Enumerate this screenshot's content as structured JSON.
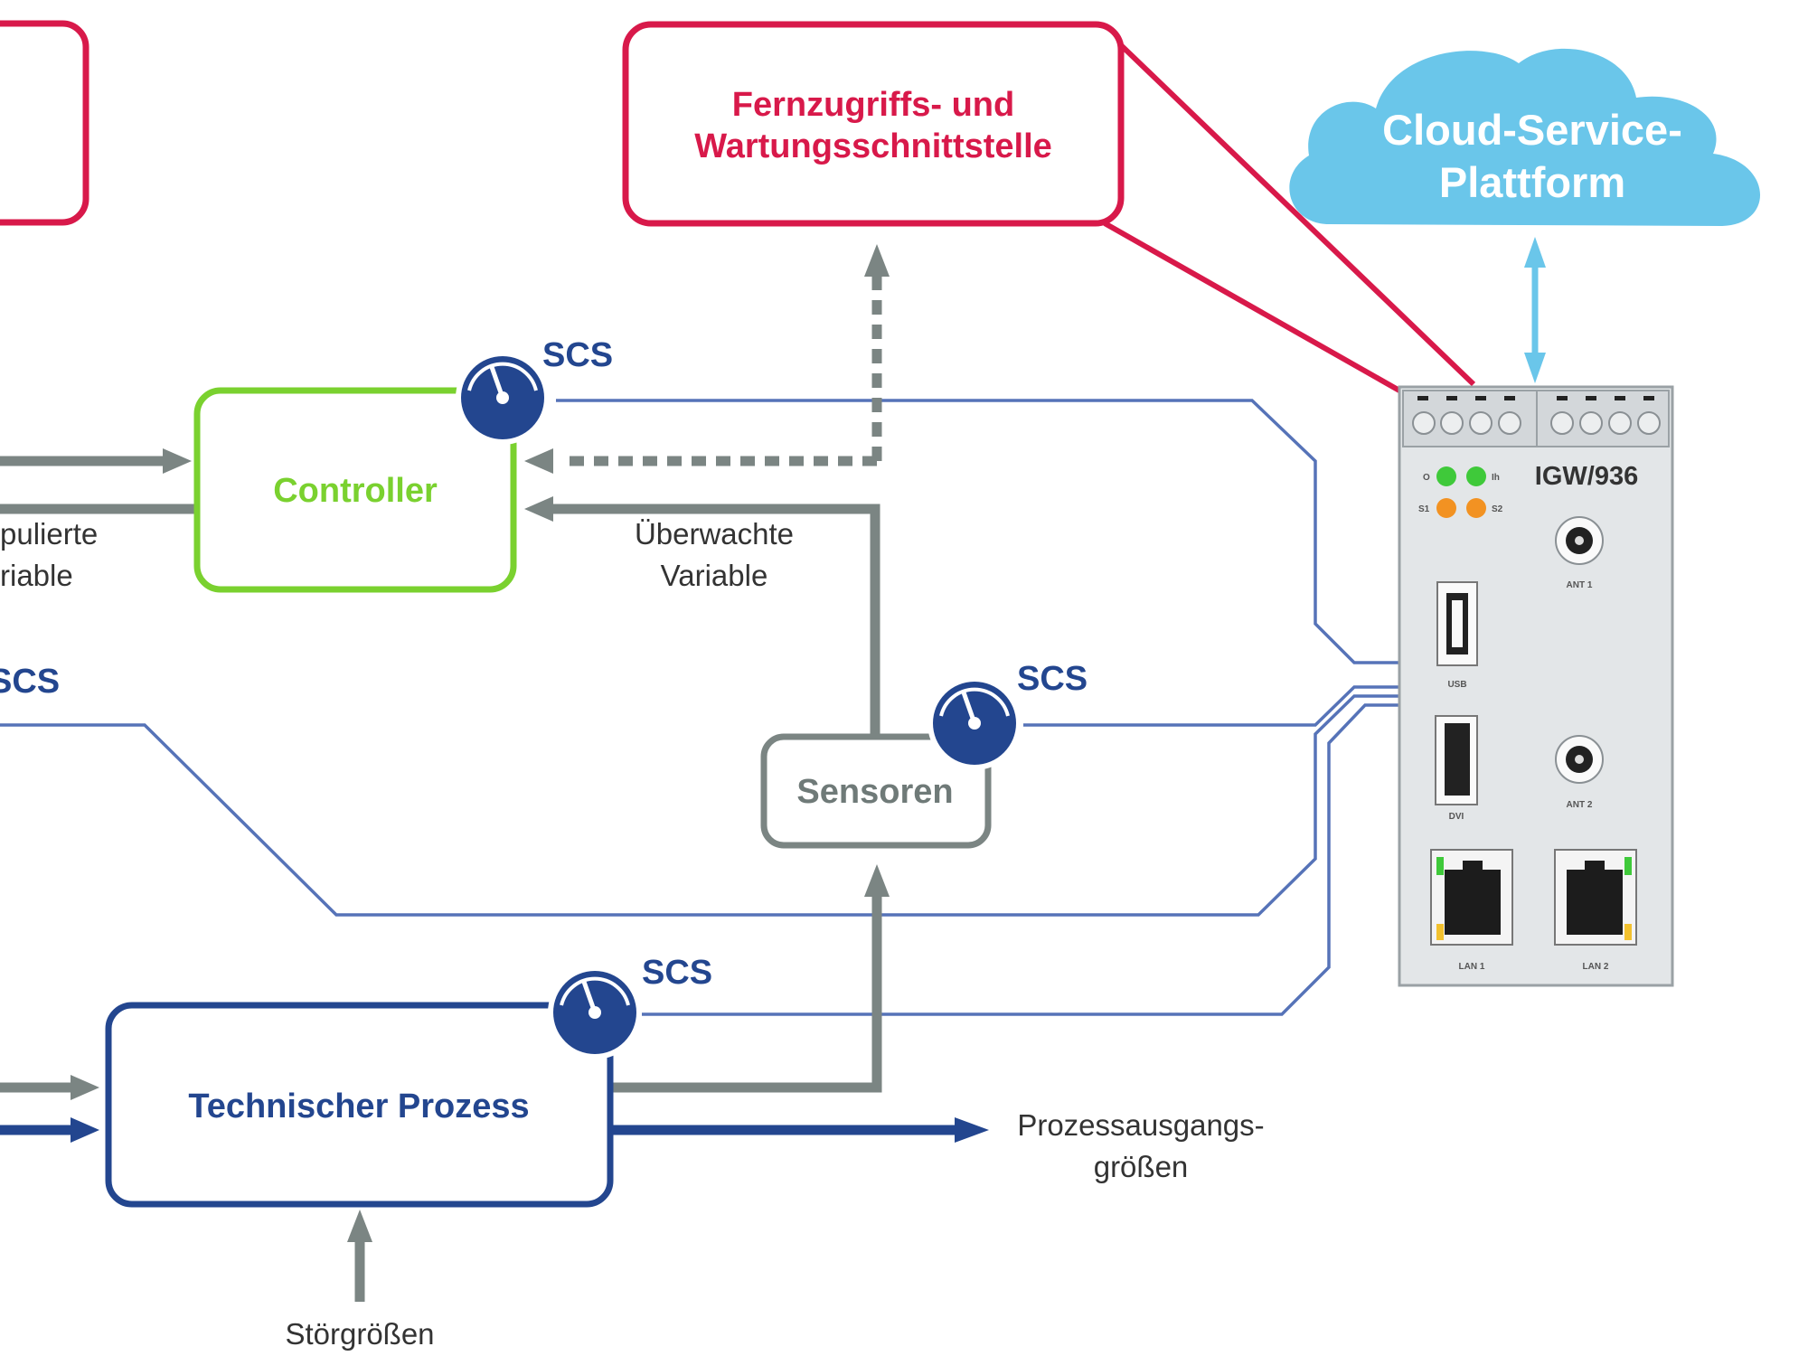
{
  "nodes": {
    "fernzugriff": [
      "Fernzugriffs- und",
      "Wartungsschnittstelle"
    ],
    "cloud": [
      "Cloud-Service-",
      "Plattform"
    ],
    "controller": "Controller",
    "sensoren": "Sensoren",
    "prozess": "Technischer Prozess"
  },
  "labels": {
    "manipulierte": [
      "pulierte",
      "riable"
    ],
    "ueberwachte": [
      "Überwachte",
      "Variable"
    ],
    "ausgang": [
      "Prozessausgangs-",
      "größen"
    ],
    "stoer": "Störgrößen"
  },
  "scs": {
    "controller": "SCS",
    "left": "SCS",
    "sensoren": "SCS",
    "prozess": "SCS"
  },
  "device": {
    "name": "IGW/936",
    "ant1": "ANT 1",
    "ant2": "ANT 2",
    "usb": "USB",
    "dvi": "DVI",
    "lan1": "LAN 1",
    "lan2": "LAN 2",
    "led_labels": [
      "O",
      "Ih",
      "S1",
      "S2"
    ]
  },
  "colors": {
    "red": "#d8194a",
    "cloud": "#6ac6ea",
    "green": "#7ad12f",
    "gray": "#7b8583",
    "blue": "#23468f",
    "line_blue": "#5673b8"
  }
}
